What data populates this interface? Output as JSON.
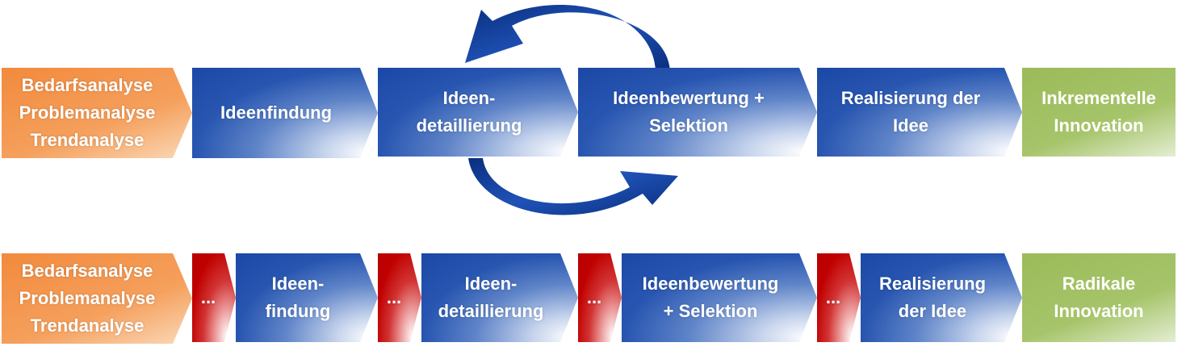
{
  "row1": {
    "start": "Bedarfsanalyse\nProblemanalyse\nTrendanalyse",
    "step1": "Ideenfindung",
    "step2": "Ideen-\ndetaillierung",
    "step3": "Ideenbewertung +\nSelektion",
    "step4": "Realisierung der\nIdee",
    "end": "Inkrementelle\nInnovation"
  },
  "row2": {
    "start": "Bedarfsanalyse\nProblemanalyse\nTrendanalyse",
    "gap1": "...",
    "step1": "Ideen-\nfindung",
    "gap2": "...",
    "step2": "Ideen-\ndetaillierung",
    "gap3": "...",
    "step3": "Ideenbewertung\n+ Selektion",
    "gap4": "...",
    "step4": "Realisierung\nder Idee",
    "end": "Radikale\nInnovation"
  },
  "colors": {
    "orange": "#f28a3c",
    "blue": "#1b48a6",
    "red": "#c00000",
    "green": "#9bbb59",
    "cycle_arrow": "#0d3a8e"
  }
}
